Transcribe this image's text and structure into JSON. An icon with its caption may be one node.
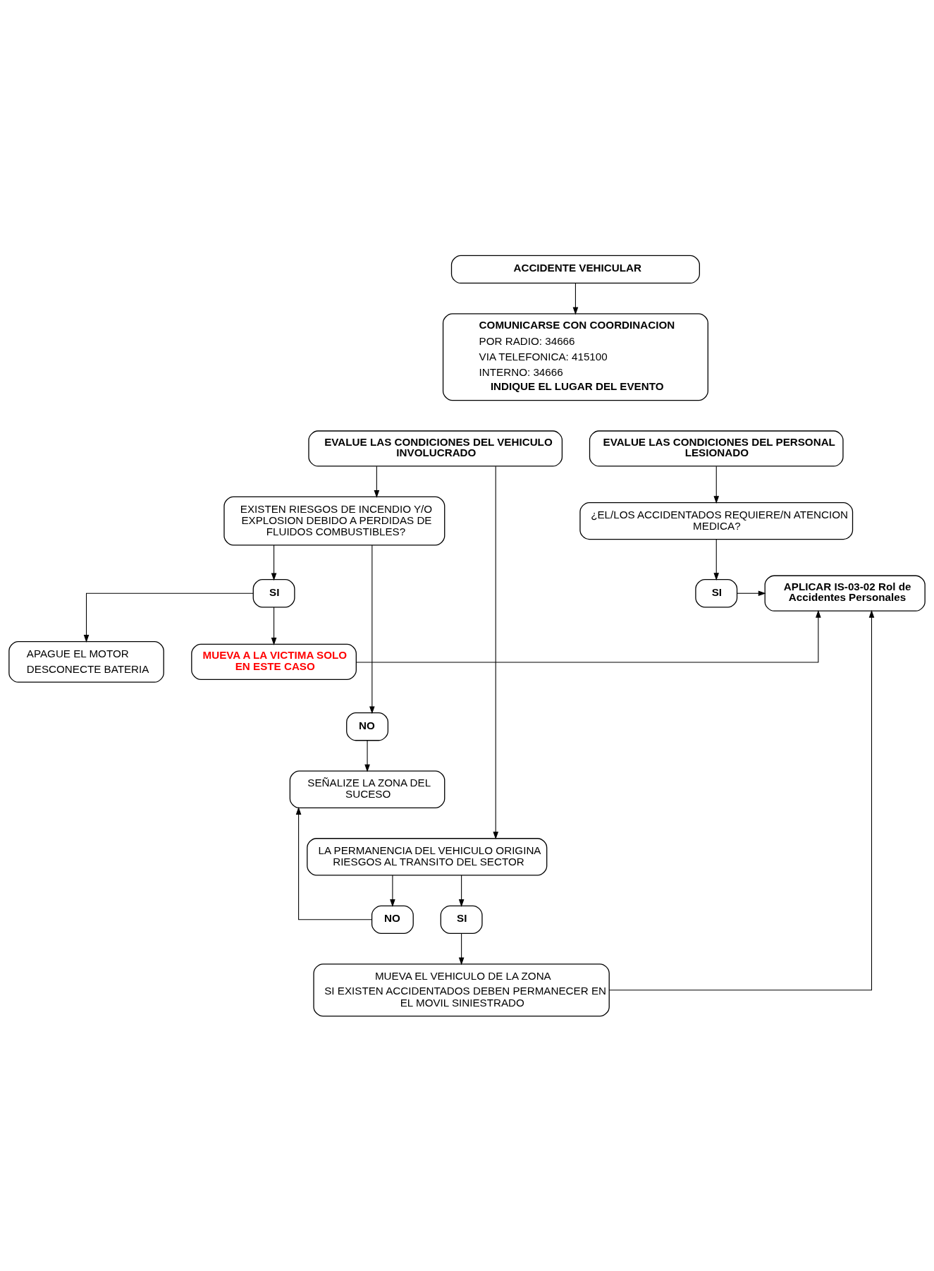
{
  "diagram": {
    "nodes": [
      {
        "text": [
          "ACCIDENTE VEHICULAR"
        ]
      },
      {
        "text": [
          "COMUNICARSE CON COORDINACION",
          "POR RADIO: 34666",
          "VIA TELEFONICA: 415100",
          "INTERNO: 34666",
          "INDIQUE EL LUGAR DEL EVENTO"
        ]
      },
      {
        "text": [
          "EVALUE LAS CONDICIONES DEL VEHICULO INVOLUCRADO"
        ]
      },
      {
        "text": [
          "EVALUE LAS CONDICIONES DEL PERSONAL LESIONADO"
        ]
      },
      {
        "text": [
          "EXISTEN RIESGOS DE INCENDIO Y/O EXPLOSION DEBIDO A PERDIDAS DE FLUIDOS COMBUSTIBLES?"
        ]
      },
      {
        "text": [
          "¿EL/LOS ACCIDENTADOS REQUIERE/N ATENCION MEDICA?"
        ]
      },
      {
        "text": [
          "SI"
        ]
      },
      {
        "text": [
          "APLICAR IS-03-02 Rol de Accidentes Personales"
        ]
      },
      {
        "text": [
          "APAGUE EL MOTOR",
          "DESCONECTE BATERIA"
        ]
      },
      {
        "text": [
          "SI"
        ]
      },
      {
        "text": [
          "MUEVA A LA VICTIMA SOLO EN ESTE CASO"
        ]
      },
      {
        "text": [
          "NO"
        ]
      },
      {
        "text": [
          "SEÑALIZE LA ZONA DEL SUCESO"
        ]
      },
      {
        "text": [
          "LA PERMANENCIA DEL VEHICULO ORIGINA RIESGOS AL TRANSITO DEL SECTOR"
        ]
      },
      {
        "text": [
          "NO"
        ]
      },
      {
        "text": [
          "SI"
        ]
      },
      {
        "text": [
          "MUEVA EL VEHICULO DE LA ZONA",
          "SI EXISTEN ACCIDENTADOS DEBEN PERMANECER EN EL MOVIL SINIESTRADO"
        ]
      }
    ],
    "edges": [
      {
        "from": 0,
        "to": 1,
        "arrow": "to"
      },
      {
        "from": 3,
        "to": 5,
        "arrow": "to"
      },
      {
        "from": 5,
        "to": 6,
        "arrow": "to"
      },
      {
        "from": 6,
        "to": 7,
        "arrow": "to"
      },
      {
        "from": 2,
        "to": 4,
        "arrow": "to"
      },
      {
        "from": 2,
        "to": 13,
        "arrow": "to"
      },
      {
        "from": 4,
        "to": 9,
        "arrow": "to"
      },
      {
        "from": 4,
        "to": 11,
        "arrow": "to"
      },
      {
        "from": 9,
        "to": 8,
        "arrow": "to"
      },
      {
        "from": 9,
        "to": 10,
        "arrow": "to"
      },
      {
        "from": 10,
        "to": 7,
        "arrow": "to"
      },
      {
        "from": 11,
        "to": 12,
        "arrow": "to"
      },
      {
        "from": 13,
        "to": 14,
        "arrow": "to"
      },
      {
        "from": 14,
        "to": 12,
        "arrow": "to"
      },
      {
        "from": 13,
        "to": 15,
        "arrow": "to"
      },
      {
        "from": 15,
        "to": 16,
        "arrow": "to"
      },
      {
        "from": 16,
        "to": 7,
        "arrow": "to"
      }
    ]
  }
}
